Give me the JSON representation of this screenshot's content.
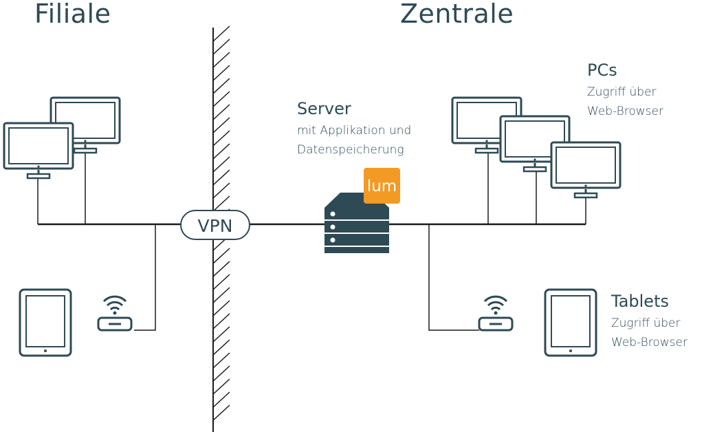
{
  "titles": {
    "left": "Filiale",
    "right": "Zentrale"
  },
  "vpn_label": "VPN",
  "server": {
    "title": "Server",
    "line1": "mit Applikation und",
    "line2": "Datenspeicherung",
    "logo_text": "lum",
    "logo_color": "#f39a24"
  },
  "pcs": {
    "title": "PCs",
    "line1": "Zugriff über",
    "line2": "Web-Browser"
  },
  "tablets": {
    "title": "Tablets",
    "line1": "Zugriff über",
    "line2": "Web-Browser"
  },
  "colors": {
    "primary": "#2e4a55",
    "line": "#1a1a1a",
    "background": "#ffffff"
  }
}
